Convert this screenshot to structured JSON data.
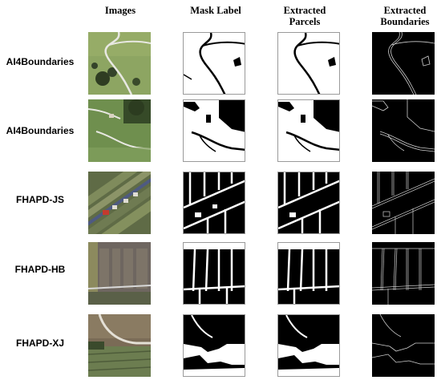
{
  "columns": {
    "images": "Images",
    "mask_label": "Mask Label",
    "extracted_parcels_1": "Extracted",
    "extracted_parcels_2": "Parcels",
    "extracted_boundaries_1": "Extracted",
    "extracted_boundaries_2": "Boundaries"
  },
  "rows": [
    {
      "dataset": "AI4Boundaries"
    },
    {
      "dataset": "AI4Boundaries"
    },
    {
      "dataset": "FHAPD-JS"
    },
    {
      "dataset": "FHAPD-HB"
    },
    {
      "dataset": "FHAPD-XJ"
    }
  ],
  "colors": {
    "field_green": "#7d9a55",
    "dark_tree": "#2f3d22",
    "road": "#e8e8e2",
    "mask_black": "#000000",
    "boundary_line": "#cfcfcf"
  }
}
